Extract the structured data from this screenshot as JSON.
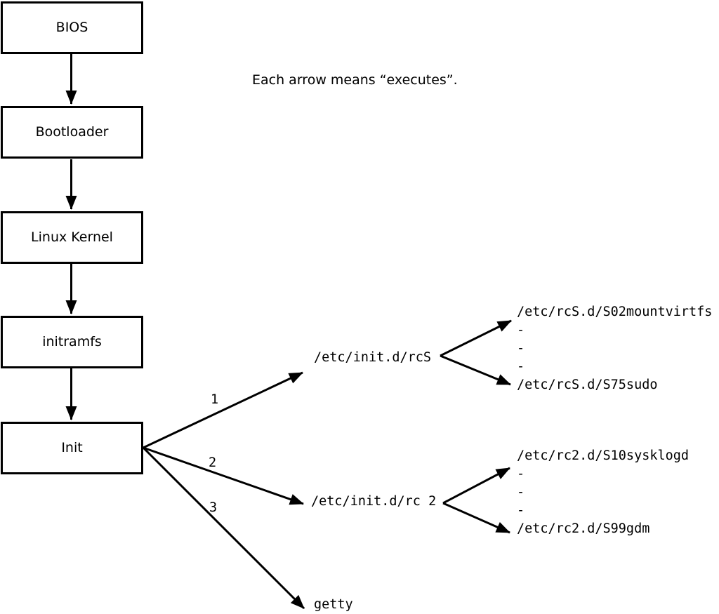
{
  "note": "Each arrow means “executes”.",
  "boot_chain": [
    {
      "label": "BIOS"
    },
    {
      "label": "Bootloader"
    },
    {
      "label": "Linux Kernel"
    },
    {
      "label": "initramfs"
    },
    {
      "label": "Init"
    }
  ],
  "init_branches": [
    {
      "order": "1",
      "target": "/etc/init.d/rcS",
      "scripts": [
        "/etc/rcS.d/S02mountvirtfs",
        "-",
        "-",
        "-",
        "/etc/rcS.d/S75sudo"
      ]
    },
    {
      "order": "2",
      "target": "/etc/init.d/rc 2",
      "scripts": [
        "/etc/rc2.d/S10sysklogd",
        "-",
        "-",
        "-",
        "/etc/rc2.d/S99gdm"
      ]
    },
    {
      "order": "3",
      "target": "getty",
      "scripts": []
    }
  ],
  "colors": {
    "ink": "#000000",
    "background": "#ffffff"
  }
}
